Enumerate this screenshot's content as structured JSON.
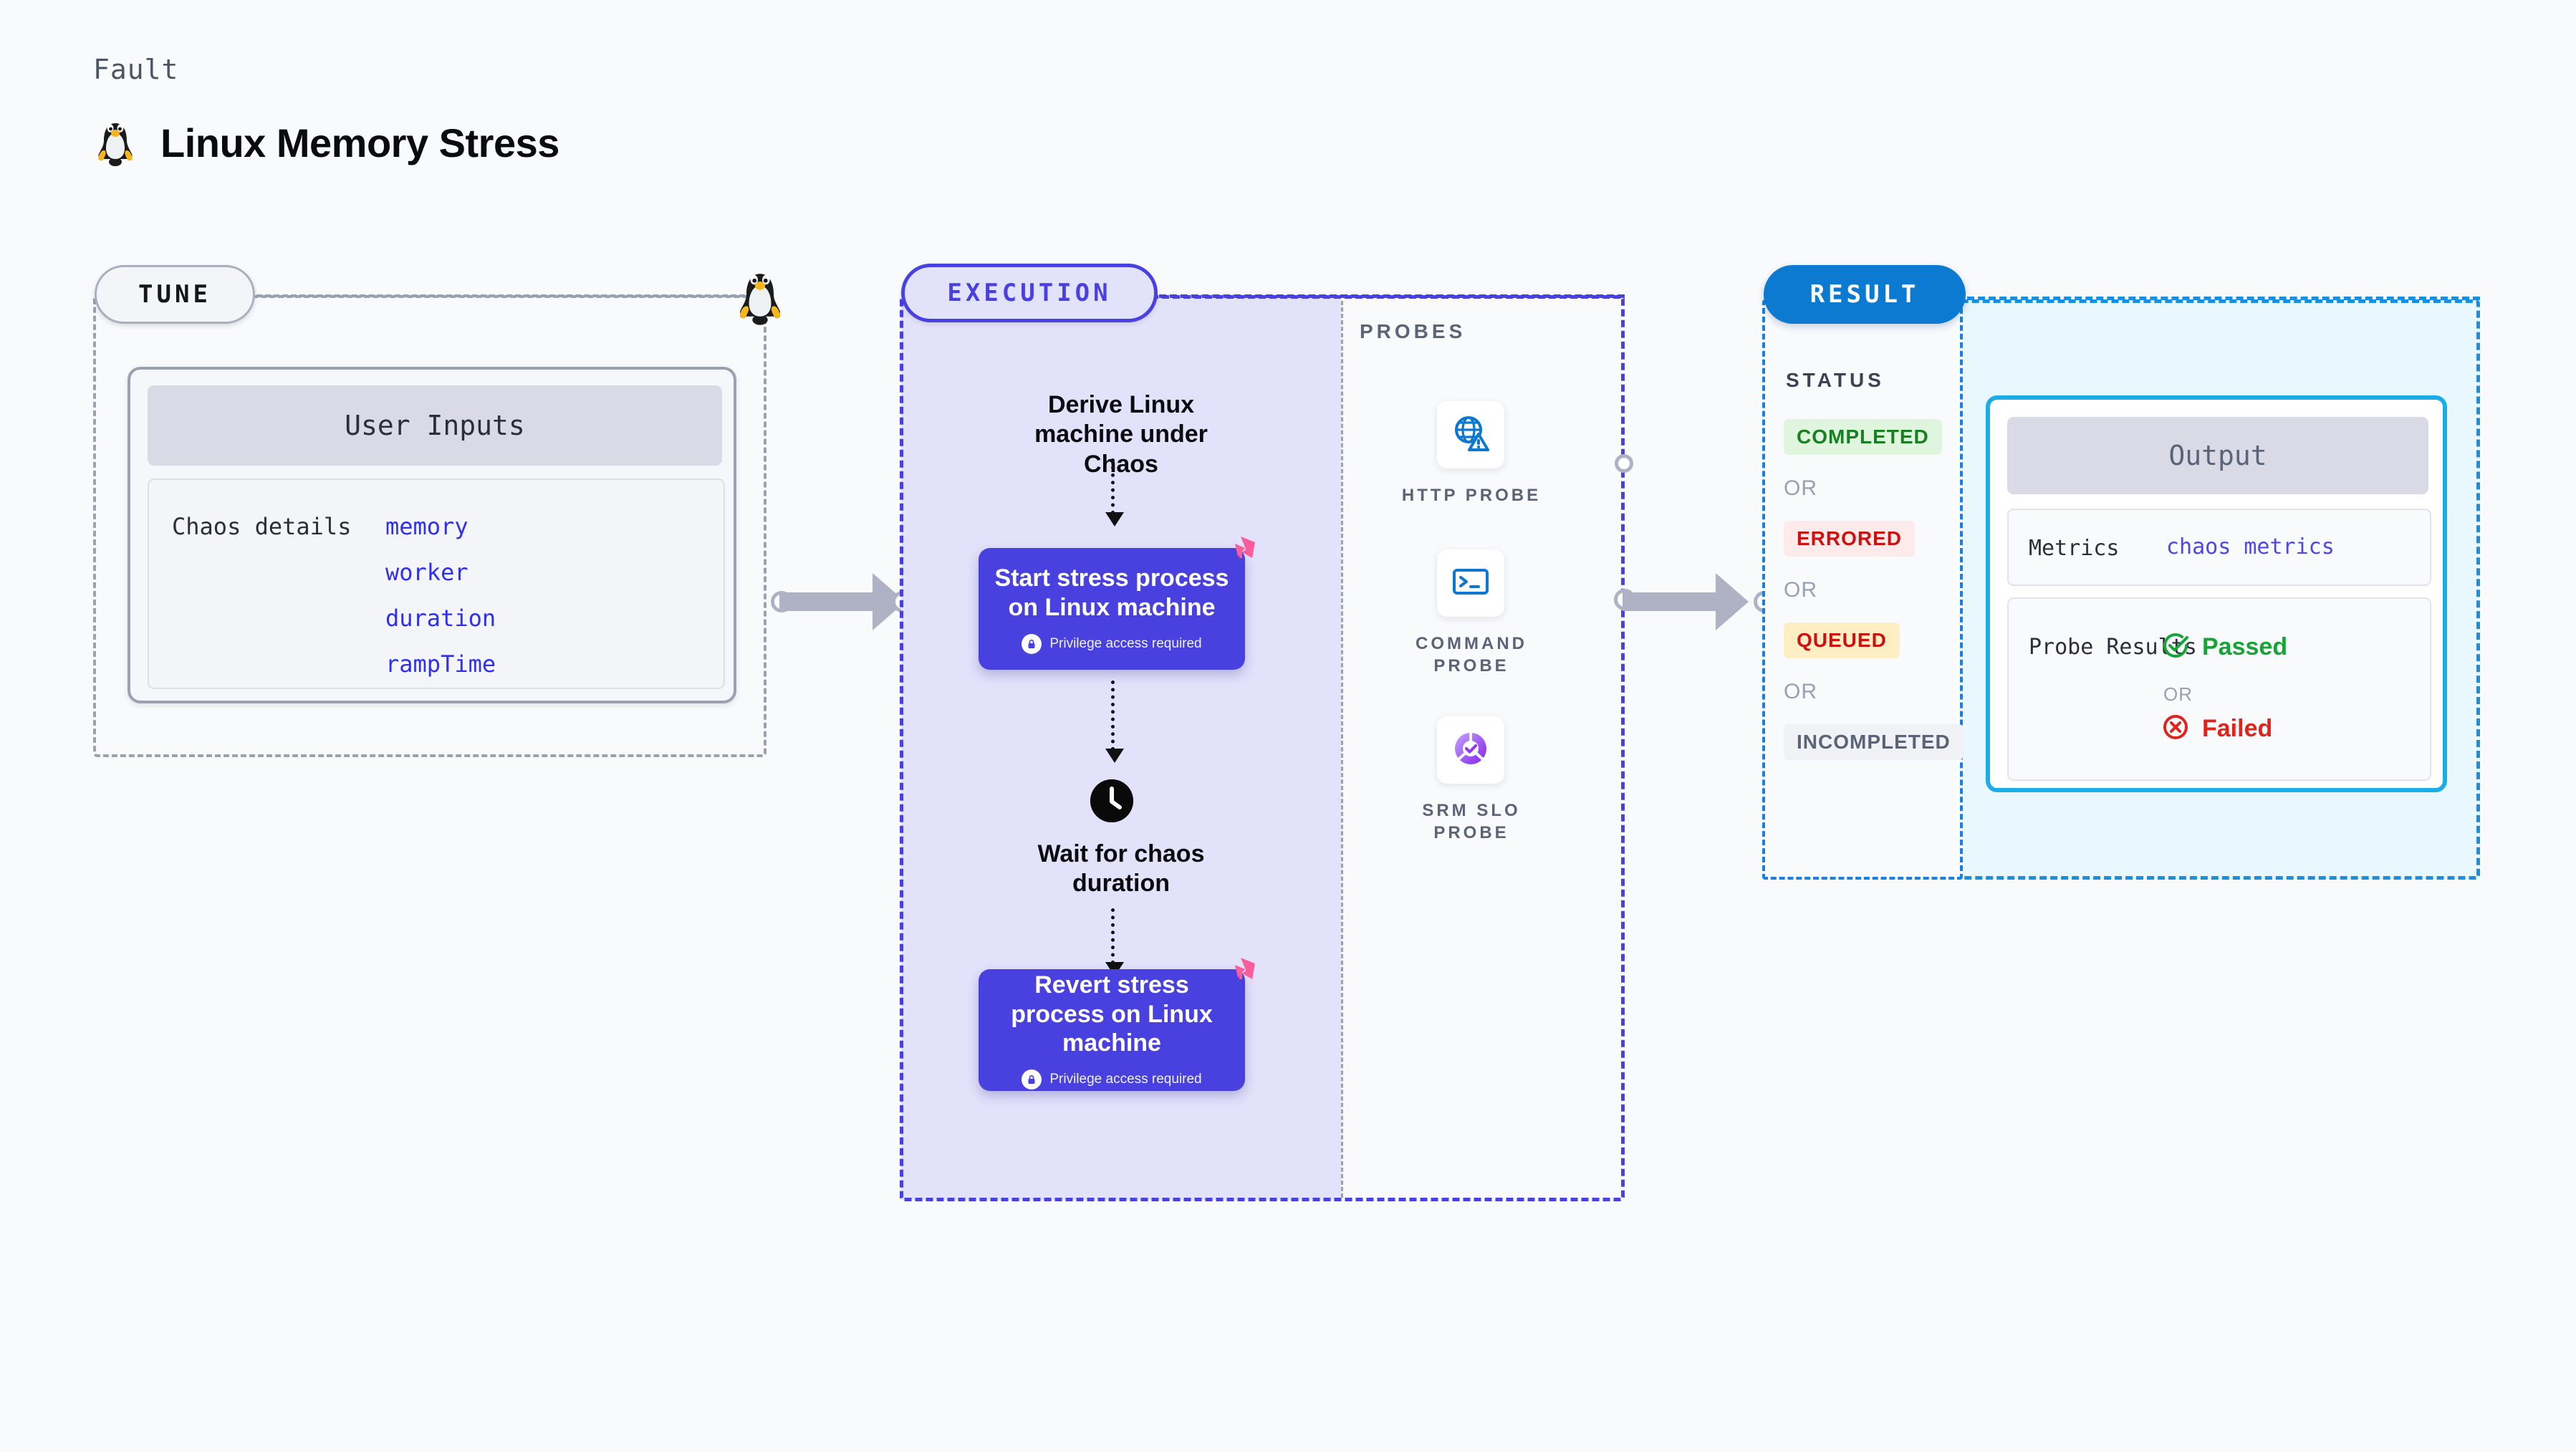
{
  "header": {
    "kicker": "Fault",
    "title": "Linux Memory Stress",
    "icon": "linux-penguin-icon"
  },
  "tune": {
    "pill_label": "TUNE",
    "card": {
      "header": "User Inputs",
      "row_label": "Chaos details",
      "params": [
        "memory",
        "worker",
        "duration",
        "rampTime"
      ]
    }
  },
  "execution": {
    "pill_label": "EXECUTION",
    "steps": [
      {
        "type": "label",
        "text": "Derive Linux machine under Chaos"
      },
      {
        "type": "card",
        "text": "Start stress process on Linux machine",
        "note": "Privilege access required",
        "badge": "chaos-pinwheel-icon"
      },
      {
        "type": "label",
        "text": "Wait for chaos duration",
        "icon": "clock-icon"
      },
      {
        "type": "card",
        "text": "Revert stress process on Linux machine",
        "note": "Privilege access required",
        "badge": "chaos-pinwheel-icon"
      }
    ]
  },
  "probes": {
    "section_label": "PROBES",
    "items": [
      {
        "caption": "HTTP PROBE",
        "icon": "globe-warning-icon"
      },
      {
        "caption": "COMMAND PROBE",
        "icon": "terminal-icon"
      },
      {
        "caption": "SRM SLO PROBE",
        "icon": "slo-donut-check-icon"
      }
    ]
  },
  "result": {
    "pill_label": "RESULT",
    "status_label": "STATUS",
    "or_label": "OR",
    "statuses": [
      {
        "label": "COMPLETED",
        "fg": "#1a7f22",
        "bg": "#dff5dd"
      },
      {
        "label": "ERRORED",
        "fg": "#cc1111",
        "bg": "#fdeaea"
      },
      {
        "label": "QUEUED",
        "fg": "#cc1111",
        "bg": "#fdeec4"
      },
      {
        "label": "INCOMPLETED",
        "fg": "#5b6379",
        "bg": "#f1f2f6"
      }
    ],
    "output": {
      "header": "Output",
      "metrics_key": "Metrics",
      "metrics_value": "chaos metrics",
      "probe_results_key": "Probe Results",
      "passed_label": "Passed",
      "failed_label": "Failed",
      "or_label": "OR",
      "passed_icon": "check-circle-icon",
      "failed_icon": "x-circle-icon"
    }
  },
  "colors": {
    "accent_purple": "#4841e0",
    "accent_blue": "#0d7ad1",
    "accent_cyan": "#1cade8",
    "param_blue": "#2f2ff0",
    "pink": "#fa5d9a"
  }
}
